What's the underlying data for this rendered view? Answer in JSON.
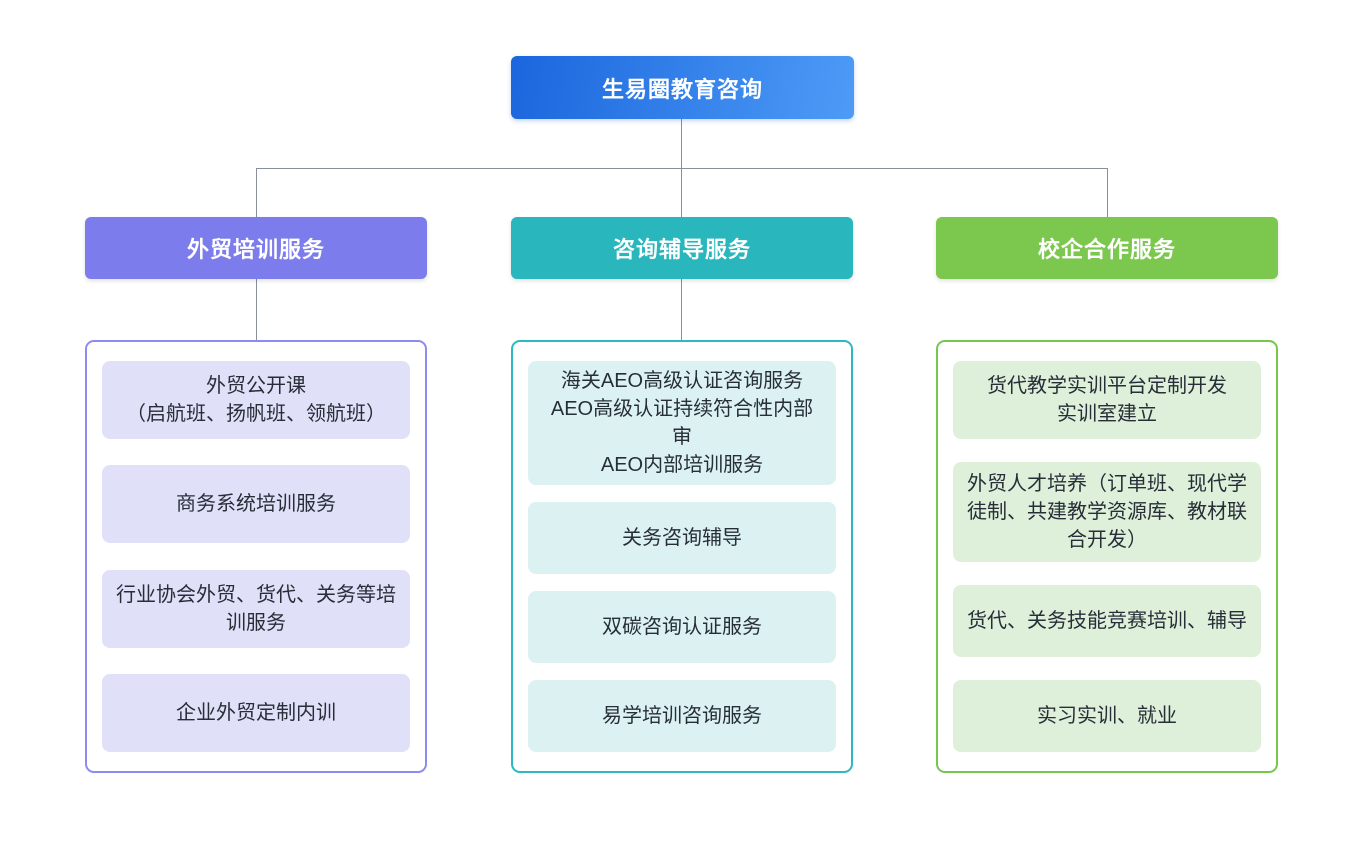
{
  "root": {
    "label": "生易圈教育咨询",
    "gradient_start": "#1b66dd",
    "gradient_end": "#4d9bf7",
    "text_color": "#ffffff"
  },
  "connector_color": "#86909b",
  "columns": [
    {
      "header": "外贸培训服务",
      "header_color": "#7c7cec",
      "border_color": "#8b8bf0",
      "item_bg": "#e1e0f9",
      "items": [
        {
          "text": "外贸公开课\n（启航班、扬帆班、领航班）"
        },
        {
          "text": "商务系统培训服务"
        },
        {
          "text": "行业协会外贸、货代、关务等培训服务"
        },
        {
          "text": "企业外贸定制内训"
        }
      ]
    },
    {
      "header": "咨询辅导服务",
      "header_color": "#29b7bd",
      "border_color": "#2db8c2",
      "item_bg": "#dcf2f2",
      "items": [
        {
          "text": "海关AEO高级认证咨询服务\nAEO高级认证持续符合性内部审\nAEO内部培训服务"
        },
        {
          "text": "关务咨询辅导"
        },
        {
          "text": "双碳咨询认证服务"
        },
        {
          "text": "易学培训咨询服务"
        }
      ]
    },
    {
      "header": "校企合作服务",
      "header_color": "#7cc84e",
      "border_color": "#74c84c",
      "item_bg": "#dff0da",
      "items": [
        {
          "text": "货代教学实训平台定制开发\n实训室建立"
        },
        {
          "text": "外贸人才培养（订单班、现代学徒制、共建教学资源库、教材联合开发）"
        },
        {
          "text": "货代、关务技能竞赛培训、辅导"
        },
        {
          "text": "实习实训、就业"
        }
      ]
    }
  ]
}
